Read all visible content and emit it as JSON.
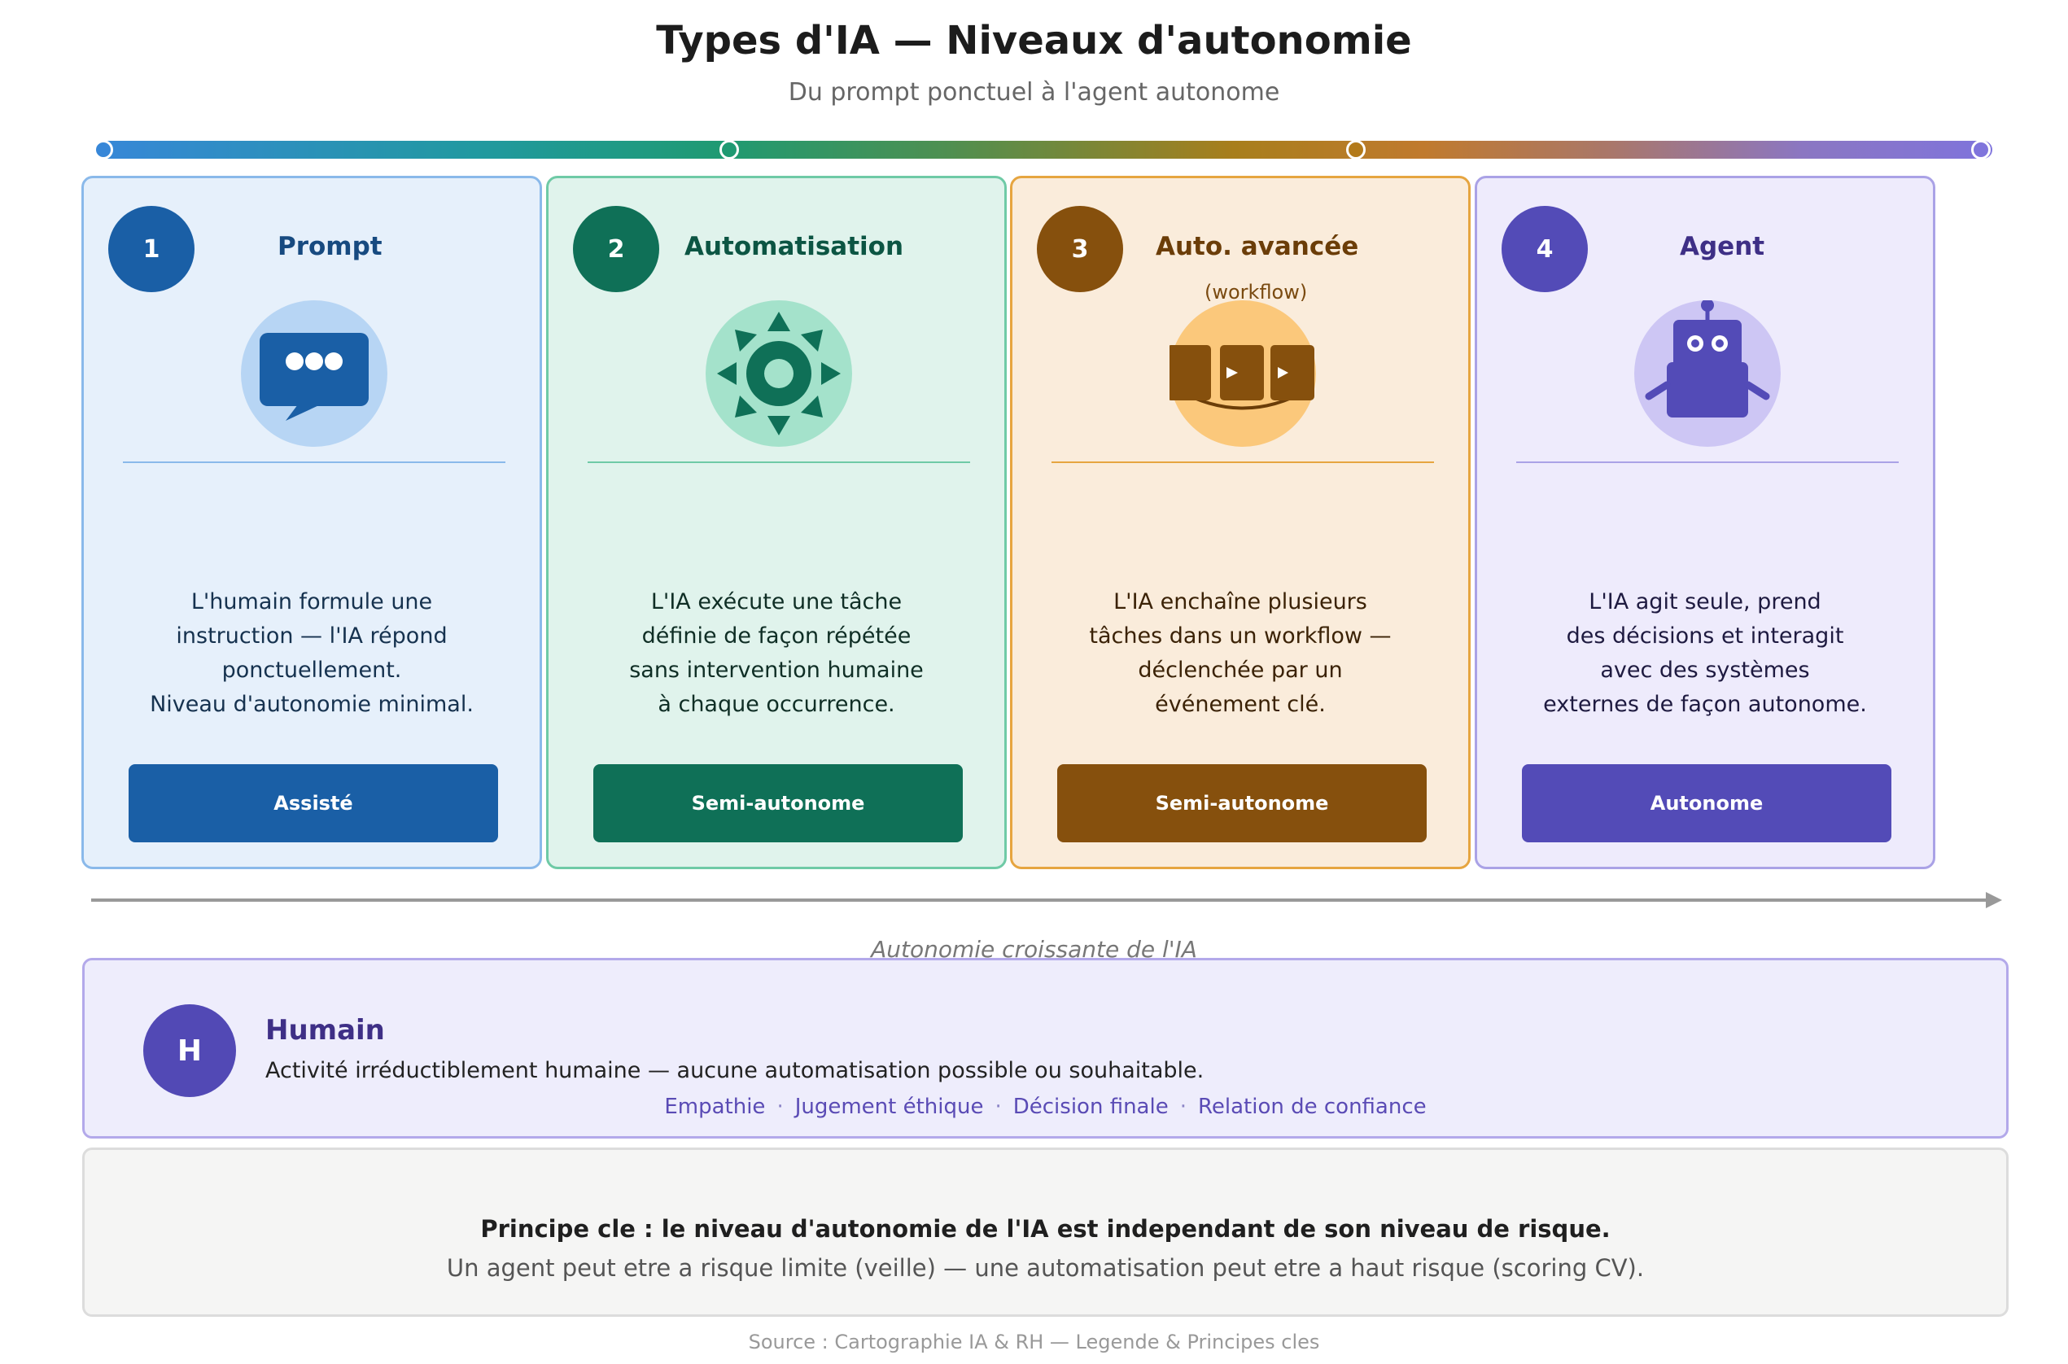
{
  "title": "Types d'IA — Niveaux d'autonomie",
  "subtitle": "Du prompt ponctuel à l'agent autonome",
  "colors": {
    "blue": "#1a5fa6",
    "green": "#0f7057",
    "brown": "#86500d",
    "purple": "#534bb7"
  },
  "cards": [
    {
      "number": "1",
      "title": "Prompt",
      "subtitle": "",
      "icon": "chat-bubble-icon",
      "lines": [
        "L'humain formule une",
        "instruction — l'IA répond",
        "ponctuellement.",
        "Niveau d'autonomie minimal."
      ],
      "level": "Assisté"
    },
    {
      "number": "2",
      "title": "Automatisation",
      "subtitle": "",
      "icon": "gear-icon",
      "lines": [
        "L'IA exécute une tâche",
        "définie de façon répétée",
        "sans intervention humaine",
        "à chaque occurrence."
      ],
      "level": "Semi-autonome"
    },
    {
      "number": "3",
      "title": "Auto. avancée",
      "subtitle": "(workflow)",
      "icon": "workflow-icon",
      "lines": [
        "L'IA enchaîne plusieurs",
        "tâches dans un workflow —",
        "déclenchée par un",
        "événement clé."
      ],
      "level": "Semi-autonome"
    },
    {
      "number": "4",
      "title": "Agent",
      "subtitle": "",
      "icon": "robot-icon",
      "lines": [
        "L'IA agit seule, prend",
        "des décisions et interagit",
        "avec des systèmes",
        "externes de façon autonome."
      ],
      "level": "Autonome"
    }
  ],
  "axis_label": "Autonomie croissante de l'IA",
  "human": {
    "badge": "H",
    "title": "Humain",
    "description": "Activité irréductiblement humaine — aucune automatisation possible ou souhaitable.",
    "keywords": [
      "Empathie",
      "Jugement éthique",
      "Décision finale",
      "Relation de confiance"
    ],
    "separator": "·"
  },
  "principle": {
    "bold": "Principe cle : le niveau d'autonomie de l'IA est independant de son niveau de risque.",
    "text": "Un agent peut etre a risque limite (veille) — une automatisation peut etre a haut risque (scoring CV)."
  },
  "source": "Source : Cartographie IA & RH — Legende & Principes cles"
}
